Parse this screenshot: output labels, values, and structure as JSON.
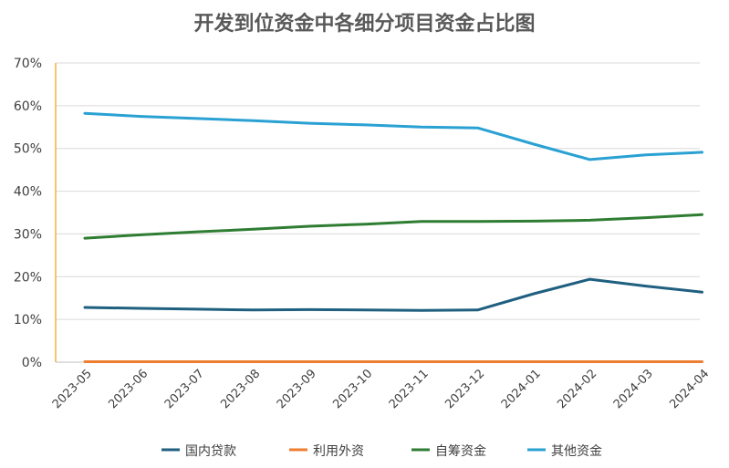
{
  "chart_data": {
    "type": "line",
    "title": "开发到位资金中各细分项目资金占比图",
    "categories": [
      "2023-05",
      "2023-06",
      "2023-07",
      "2023-08",
      "2023-09",
      "2023-10",
      "2023-11",
      "2023-12",
      "2024-01",
      "2024-02",
      "2024-03",
      "2024-04"
    ],
    "y_ticks": [
      "0%",
      "10%",
      "20%",
      "30%",
      "40%",
      "50%",
      "60%",
      "70%"
    ],
    "ylim": [
      0,
      70
    ],
    "grid": true,
    "legend_position": "bottom",
    "series": [
      {
        "name": "国内贷款",
        "color": "#1f5f7f",
        "values": [
          12.8,
          12.6,
          12.4,
          12.2,
          12.3,
          12.2,
          12.1,
          12.2,
          16.0,
          19.4,
          17.8,
          16.4
        ]
      },
      {
        "name": "利用外资",
        "color": "#ed7d31",
        "values": [
          0.1,
          0.1,
          0.1,
          0.1,
          0.1,
          0.1,
          0.1,
          0.1,
          0.1,
          0.1,
          0.1,
          0.1
        ]
      },
      {
        "name": "自筹资金",
        "color": "#2e7d32",
        "values": [
          29.0,
          29.8,
          30.5,
          31.1,
          31.8,
          32.3,
          32.9,
          32.9,
          33.0,
          33.2,
          33.8,
          34.5
        ]
      },
      {
        "name": "其他资金",
        "color": "#2aa1d3",
        "values": [
          58.2,
          57.5,
          57.0,
          56.5,
          55.9,
          55.5,
          55.0,
          54.8,
          51.0,
          47.4,
          48.5,
          49.1
        ]
      }
    ]
  }
}
